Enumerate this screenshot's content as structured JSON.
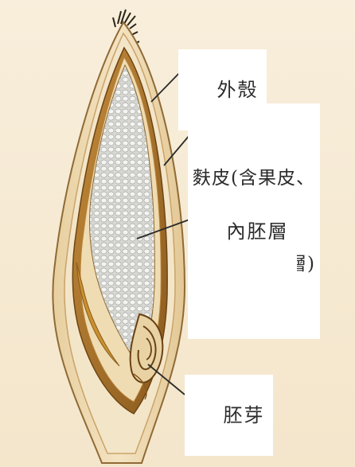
{
  "labels": {
    "outer_hull": "外殼",
    "bran_line1": "麩皮(含果皮、",
    "bran_line2": "種皮及糊粉層)",
    "endosperm": "內胚層",
    "germ": "胚芽"
  },
  "colors": {
    "background": "#f6ead4",
    "hull": "#efdcb5",
    "bran": "#b07a2c",
    "endosperm": "#dcdcd8",
    "leader_line": "#2b2b2b"
  }
}
